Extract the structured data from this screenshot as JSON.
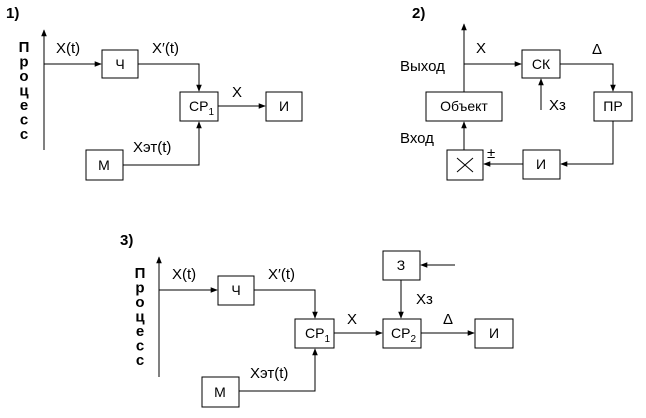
{
  "diagram1": {
    "number": "1)",
    "process_label": "Процесс",
    "signal_x": "X(t)",
    "signal_x_prime": "X′(t)",
    "signal_out": "X",
    "signal_ref": "Xэт(t)",
    "block_ch": "Ч",
    "block_cp": "CP",
    "block_cp_sub": "1",
    "block_i": "И",
    "block_m": "М"
  },
  "diagram2": {
    "number": "2)",
    "signal_x": "X",
    "signal_delta": "Δ",
    "signal_xz": "Xз",
    "label_output": "Выход",
    "label_input": "Вход",
    "sign": "±",
    "block_sk": "СК",
    "block_pr": "ПР",
    "block_object": "Объект",
    "block_mult": "×",
    "block_i": "И"
  },
  "diagram3": {
    "number": "3)",
    "process_label": "Процесс",
    "signal_x": "X(t)",
    "signal_x_prime": "X′(t)",
    "signal_out": "X",
    "signal_ref": "Xэт(t)",
    "signal_xz": "Xз",
    "signal_delta": "Δ",
    "block_ch": "Ч",
    "block_cp1": "CP",
    "block_cp1_sub": "1",
    "block_cp2": "CP",
    "block_cp2_sub": "2",
    "block_z": "З",
    "block_i": "И",
    "block_m": "М"
  }
}
